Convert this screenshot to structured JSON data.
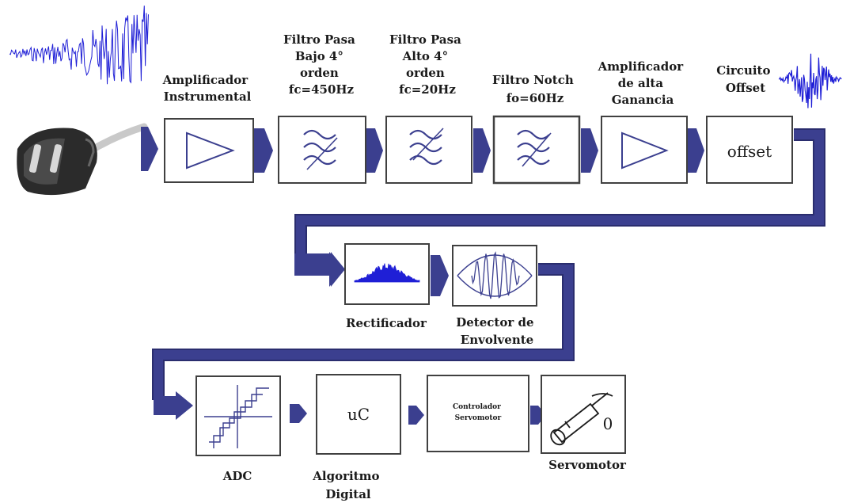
{
  "colors": {
    "arrow": "#3b3f8f",
    "arrow_edge": "#2a2d6e",
    "block_stroke": "#404040",
    "signal": "#1f1fd6",
    "symbol": "#3b3f8f"
  },
  "stage1": {
    "amp_label": [
      "Amplificador",
      "Instrumental"
    ],
    "lowpass_label": [
      "Filtro Pasa",
      "Bajo 4°",
      "orden",
      "fc=450Hz"
    ],
    "highpass_label": [
      "Filtro Pasa",
      "Alto 4°",
      "orden",
      "fc=20Hz"
    ],
    "notch_label": [
      "Filtro Notch",
      "fo=60Hz"
    ],
    "gainamp_label": [
      "Amplificador",
      "de alta",
      "Ganancia"
    ],
    "offset_label": [
      "Circuito",
      "Offset"
    ],
    "offset_text": "offset"
  },
  "stage2": {
    "rectifier_label": "Rectificador",
    "envelope_label": [
      "Detector de",
      "Envolvente"
    ]
  },
  "stage3": {
    "adc_label": "ADC",
    "uc_text": "uC",
    "algorithm_label": [
      "Algoritmo",
      "Digital"
    ],
    "controller_text": [
      "Controlador",
      "Servomotor"
    ],
    "servo_label": "Servomotor",
    "servo_digit": "0"
  },
  "icons": {
    "sensor": "emg-electrode-icon",
    "raw_signal": "emg-raw-signal-icon",
    "burst_signal": "signal-burst-icon",
    "amplifier": "amplifier-triangle-icon",
    "filter": "filter-waves-icon",
    "rectified": "rectified-signal-icon",
    "envelope": "envelope-signal-icon",
    "adc_staircase": "adc-staircase-icon",
    "servo": "servomotor-icon"
  }
}
